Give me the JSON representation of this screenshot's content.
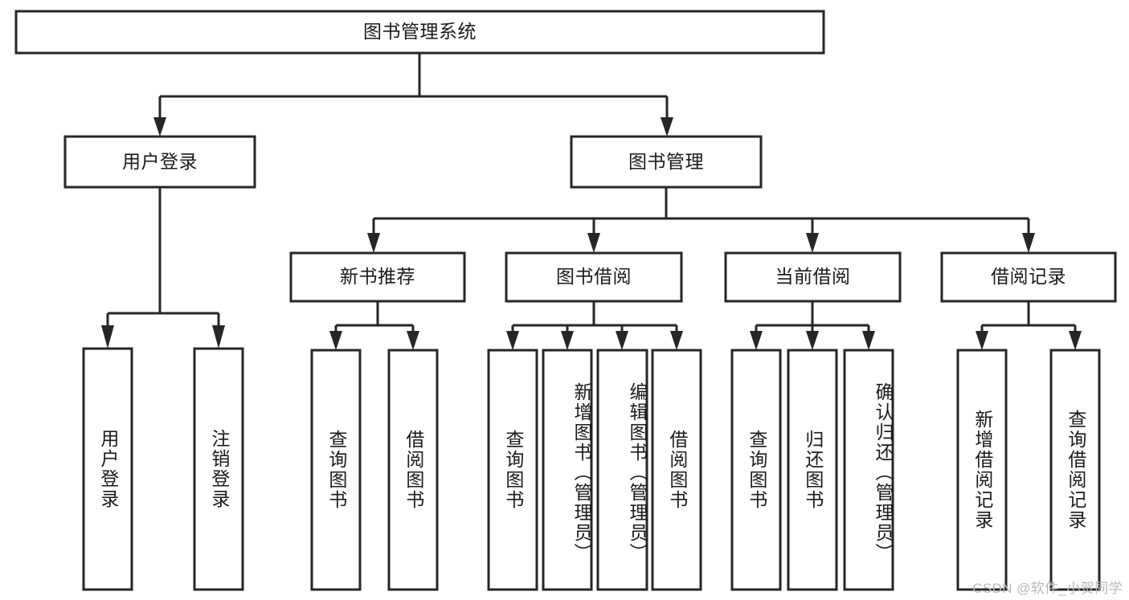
{
  "diagram": {
    "title": "图书管理系统",
    "watermark": "CSDN @软件_小贺同学",
    "colors": {
      "stroke": "#262626",
      "fill": "#ffffff",
      "text": "#1a1a1a",
      "watermark": "#b9b9b9",
      "background": "#ffffff"
    },
    "levels": {
      "root": {
        "label": "图书管理系统"
      },
      "level2": [
        {
          "label": "用户登录"
        },
        {
          "label": "图书管理"
        }
      ],
      "level3": [
        {
          "label": "新书推荐"
        },
        {
          "label": "图书借阅"
        },
        {
          "label": "当前借阅"
        },
        {
          "label": "借阅记录"
        }
      ],
      "leaves": {
        "user_login": [
          {
            "label": "用户登录"
          },
          {
            "label": "注销登录"
          }
        ],
        "new_book_recommend": [
          {
            "label": "查询图书"
          },
          {
            "label": "借阅图书"
          }
        ],
        "book_borrow": [
          {
            "label": "查询图书"
          },
          {
            "label": "新增图书（管理员）"
          },
          {
            "label": "编辑图书（管理员）"
          },
          {
            "label": "借阅图书"
          }
        ],
        "current_borrow": [
          {
            "label": "查询图书"
          },
          {
            "label": "归还图书"
          },
          {
            "label": "确认归还（管理员）"
          }
        ],
        "borrow_record": [
          {
            "label": "新增借阅记录"
          },
          {
            "label": "查询借阅记录"
          }
        ]
      }
    }
  }
}
